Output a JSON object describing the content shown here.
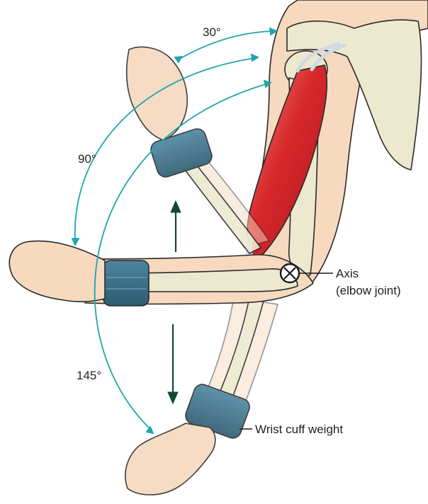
{
  "angles": {
    "deg_30": "30°",
    "deg_90": "90°",
    "deg_145": "145°"
  },
  "labels": {
    "axis_line1": "Axis",
    "axis_line2": "(elbow joint)",
    "wrist_cuff": "Wrist cuff weight"
  },
  "colors": {
    "arc": "#1fa5ad",
    "arrow": "#0f4a2e",
    "skin": "#f6d9bf",
    "bone": "#ece9cf",
    "cuff": "#3b6f88",
    "muscle": "#d8272b"
  }
}
